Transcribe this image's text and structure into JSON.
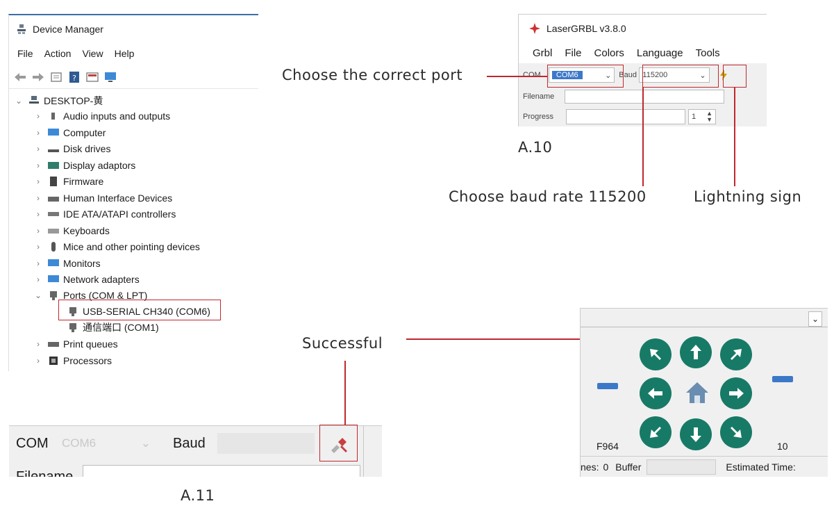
{
  "device_manager": {
    "title": "Device Manager",
    "menu": [
      "File",
      "Action",
      "View",
      "Help"
    ],
    "root": "DESKTOP-黄",
    "items": [
      "Audio inputs and outputs",
      "Computer",
      "Disk drives",
      "Display adaptors",
      "Firmware",
      "Human Interface Devices",
      "IDE ATA/ATAPI controllers",
      "Keyboards",
      "Mice and other pointing devices",
      "Monitors",
      "Network adapters",
      "Ports (COM & LPT)"
    ],
    "ports": [
      "USB-SERIAL CH340 (COM6)",
      "通信端口 (COM1)"
    ],
    "after": [
      "Print queues",
      "Processors"
    ]
  },
  "lasergrbl": {
    "title": "LaserGRBL v3.8.0",
    "menu": [
      "Grbl",
      "File",
      "Colors",
      "Language",
      "Tools"
    ],
    "com_label": "COM",
    "com_value": "COM6",
    "baud_label": "Baud",
    "baud_value": "115200",
    "filename_label": "Filename",
    "progress_label": "Progress",
    "progress_value": "1"
  },
  "jog": {
    "left_value": "F964",
    "right_value": "10",
    "status_lines_label": "nes:",
    "status_lines_value": "0",
    "buffer_label": "Buffer",
    "estimated_label": "Estimated Time:"
  },
  "a11": {
    "com_label": "COM",
    "com_value": "COM6",
    "baud_label": "Baud",
    "filename_label": "Filename"
  },
  "annotations": {
    "choose_port": "Choose the correct port",
    "baud_rate": "Choose baud rate 115200",
    "lightning": "Lightning sign",
    "successful": "Successful",
    "fig_a10": "A.10",
    "fig_a11": "A.11"
  },
  "colors": {
    "accent_red": "#c0272d",
    "jog_green": "#177a66"
  }
}
